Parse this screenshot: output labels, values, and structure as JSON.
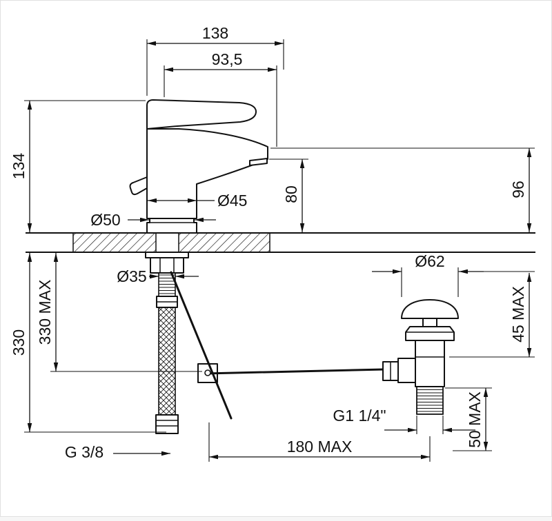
{
  "drawing": {
    "type": "technical-dimension-drawing",
    "subject": "single-lever basin mixer faucet with flexible supply hose and pop-up waste drain",
    "line_color": "#111111",
    "background_color": "#ffffff",
    "labels": {
      "overall_width": "138",
      "spout_reach": "93,5",
      "body_height": "134",
      "spout_height": "96",
      "outlet_height": "80",
      "body_diameter": "Ø45",
      "base_diameter": "Ø50",
      "shank_diameter": "Ø35",
      "hose_length": "330",
      "rod_drop": "330 MAX",
      "waste_cap_diameter": "Ø62",
      "waste_vertical_max": "45 MAX",
      "tailpiece_max": "50 MAX",
      "waste_thread": "G1 1/4\"",
      "supply_thread": "G 3/8",
      "horizontal_reach_max": "180 MAX"
    }
  }
}
